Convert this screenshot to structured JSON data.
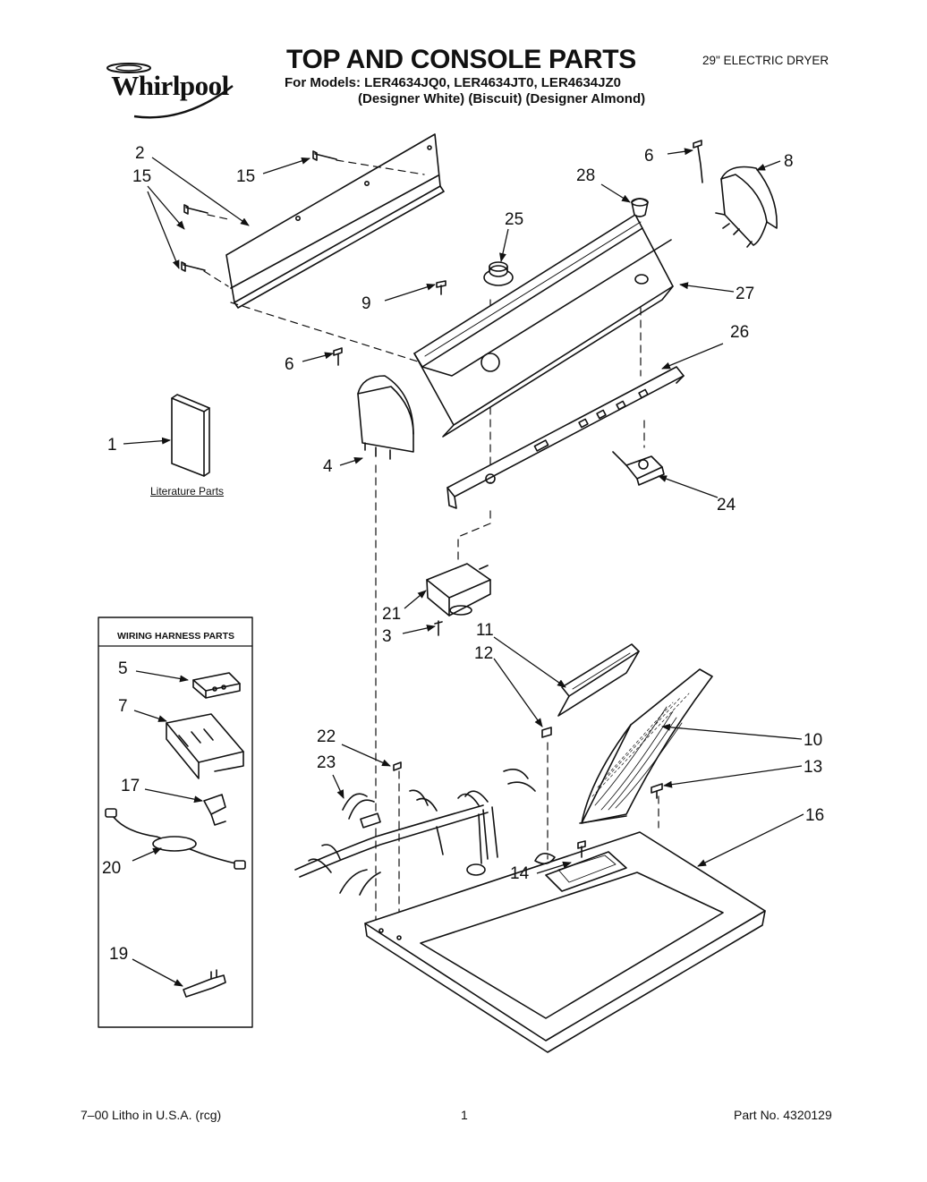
{
  "header": {
    "brand": "Whirlpool",
    "title": "TOP AND CONSOLE PARTS",
    "models_line": "For Models: LER4634JQ0, LER4634JT0, LER4634JZ0",
    "colors_line": "(Designer White) (Biscuit) (Designer Almond)",
    "product_type": "29\" ELECTRIC DRYER"
  },
  "literature_label": "Literature Parts",
  "wiring_box_title": "WIRING HARNESS PARTS",
  "callouts": [
    {
      "id": "c2",
      "text": "2"
    },
    {
      "id": "c15a",
      "text": "15"
    },
    {
      "id": "c15b",
      "text": "15"
    },
    {
      "id": "c6a",
      "text": "6"
    },
    {
      "id": "c8",
      "text": "8"
    },
    {
      "id": "c28",
      "text": "28"
    },
    {
      "id": "c25",
      "text": "25"
    },
    {
      "id": "c9",
      "text": "9"
    },
    {
      "id": "c27",
      "text": "27"
    },
    {
      "id": "c26",
      "text": "26"
    },
    {
      "id": "c6b",
      "text": "6"
    },
    {
      "id": "c1",
      "text": "1"
    },
    {
      "id": "c4",
      "text": "4"
    },
    {
      "id": "c24",
      "text": "24"
    },
    {
      "id": "c21",
      "text": "21"
    },
    {
      "id": "c3",
      "text": "3"
    },
    {
      "id": "c11",
      "text": "11"
    },
    {
      "id": "c12",
      "text": "12"
    },
    {
      "id": "c10",
      "text": "10"
    },
    {
      "id": "c13",
      "text": "13"
    },
    {
      "id": "c22",
      "text": "22"
    },
    {
      "id": "c23",
      "text": "23"
    },
    {
      "id": "c16",
      "text": "16"
    },
    {
      "id": "c14",
      "text": "14"
    },
    {
      "id": "c5",
      "text": "5"
    },
    {
      "id": "c7",
      "text": "7"
    },
    {
      "id": "c17",
      "text": "17"
    },
    {
      "id": "c20",
      "text": "20"
    },
    {
      "id": "c19",
      "text": "19"
    }
  ],
  "footer": {
    "litho": "7–00 Litho in U.S.A. (rcg)",
    "page": "1",
    "part_no": "Part No. 4320129"
  }
}
